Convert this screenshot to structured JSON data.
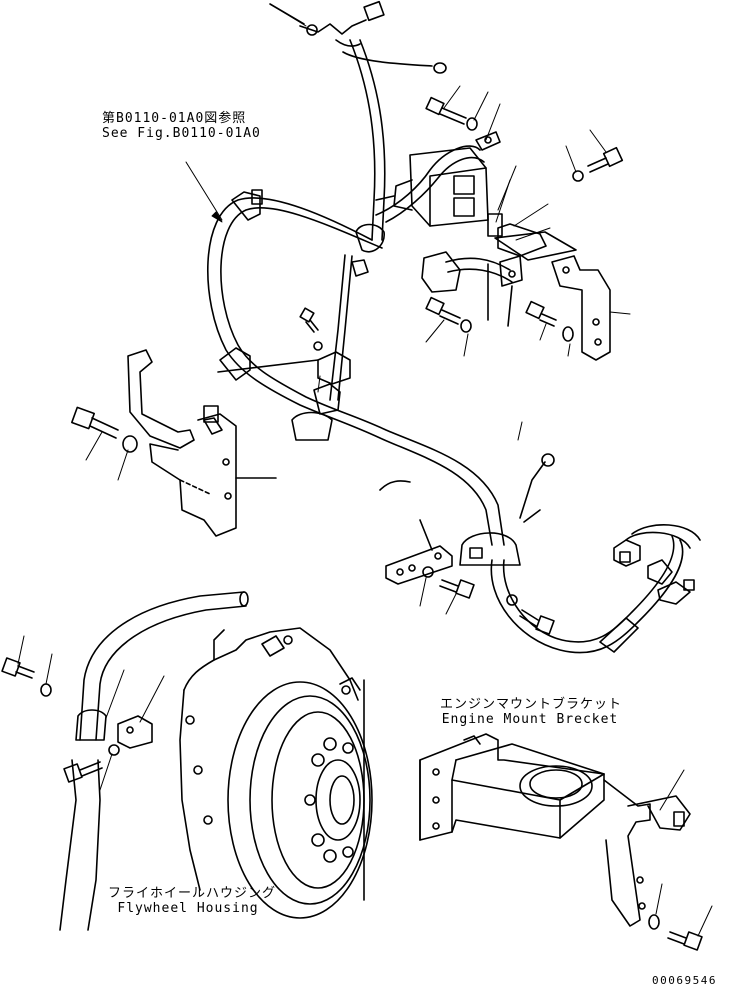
{
  "labels": {
    "reference_jp": "第B0110-01A0図参照",
    "reference_en": "See Fig.B0110-01A0",
    "engine_mount_jp": "エンジンマウントブラケット",
    "engine_mount_en": "Engine Mount Brecket",
    "flywheel_jp": "フライホイールハウジング",
    "flywheel_en": "Flywheel Housing",
    "part_number": "00069546"
  }
}
